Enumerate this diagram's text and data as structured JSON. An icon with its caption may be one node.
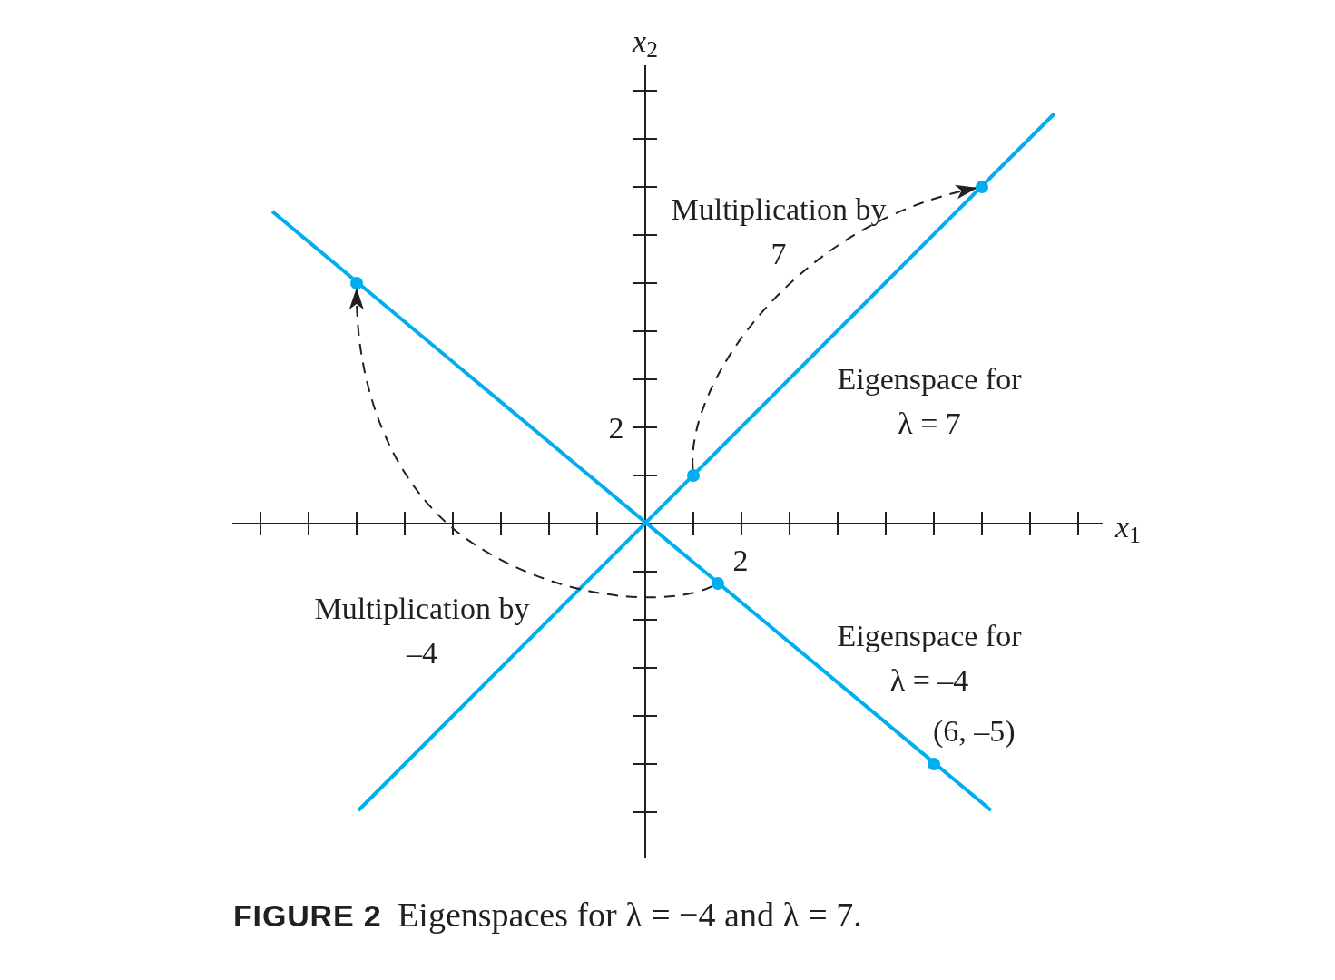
{
  "diagram": {
    "caption": "**FIGURE 2** Eigenspaces for λ = −4 and λ = 7.",
    "nodes": [
      {
        "text": [],
        "shape": "circle"
      },
      {
        "text": [],
        "shape": "circle"
      },
      {
        "text": [],
        "shape": "circle"
      },
      {
        "text": [],
        "shape": "circle"
      },
      {
        "text": [],
        "shape": "circle",
        "beside": [
          "(6, –5)"
        ]
      }
    ],
    "edges": [
      {
        "from": 2,
        "to": 0,
        "arrow": "to",
        "style": "dashed"
      },
      {
        "from": 3,
        "to": 1,
        "arrow": "to",
        "style": "dashed"
      }
    ],
    "labels": [
      "*x*$_{2}$",
      "Multiplication by 7",
      "Eigenspace for λ = 7",
      "2",
      "*x*$_{1}$",
      "2",
      "Multiplication by –4",
      "Eigenspace for λ = –4"
    ]
  }
}
